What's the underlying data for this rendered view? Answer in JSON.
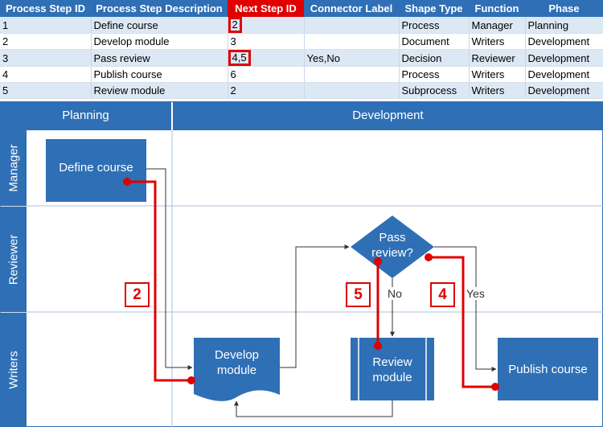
{
  "table": {
    "headers": [
      "Process Step ID",
      "Process Step Description",
      "Next Step ID",
      "Connector Label",
      "Shape Type",
      "Function",
      "Phase"
    ],
    "rows": [
      [
        "1",
        "Define course",
        "2",
        "",
        "Process",
        "Manager",
        "Planning"
      ],
      [
        "2",
        "Develop module",
        "3",
        "",
        "Document",
        "Writers",
        "Development"
      ],
      [
        "3",
        "Pass review",
        "4,5",
        "Yes,No",
        "Decision",
        "Reviewer",
        "Development"
      ],
      [
        "4",
        "Publish course",
        "6",
        "",
        "Process",
        "Writers",
        "Development"
      ],
      [
        "5",
        "Review module",
        "2",
        "",
        "Subprocess",
        "Writers",
        "Development"
      ]
    ]
  },
  "diagram": {
    "phases": [
      "Planning",
      "Development"
    ],
    "lanes": [
      "Manager",
      "Reviewer",
      "Writers"
    ],
    "shapes": {
      "define_course": "Define course",
      "develop_module_line1": "Develop",
      "develop_module_line2": "module",
      "pass_review_line1": "Pass",
      "pass_review_line2": "review?",
      "review_module_line1": "Review",
      "review_module_line2": "module",
      "publish_course": "Publish course"
    },
    "connector_labels": {
      "no": "No",
      "yes": "Yes"
    },
    "callouts": {
      "a": "2",
      "b": "5",
      "c": "4"
    },
    "colors": {
      "shape_fill": "#2f6fb5",
      "header_fill": "#2e6fb5",
      "highlight": "#e00000",
      "row_alt": "#dde8f5"
    }
  }
}
